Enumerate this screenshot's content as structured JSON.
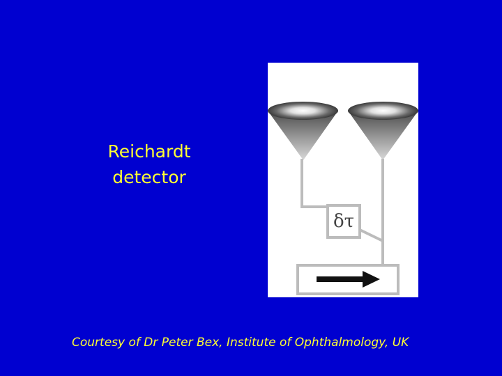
{
  "slide": {
    "background_color": "#0000d0",
    "text_color": "#ffff33",
    "title_lines": [
      "Reichardt",
      "detector"
    ],
    "caption": "Courtesy of Dr Peter Bex, Institute of Ophthalmology, UK"
  },
  "diagram": {
    "delay_label": "δτ",
    "output_icon": "right-arrow-icon",
    "receptor_icon": "cone-receptor-icon"
  }
}
